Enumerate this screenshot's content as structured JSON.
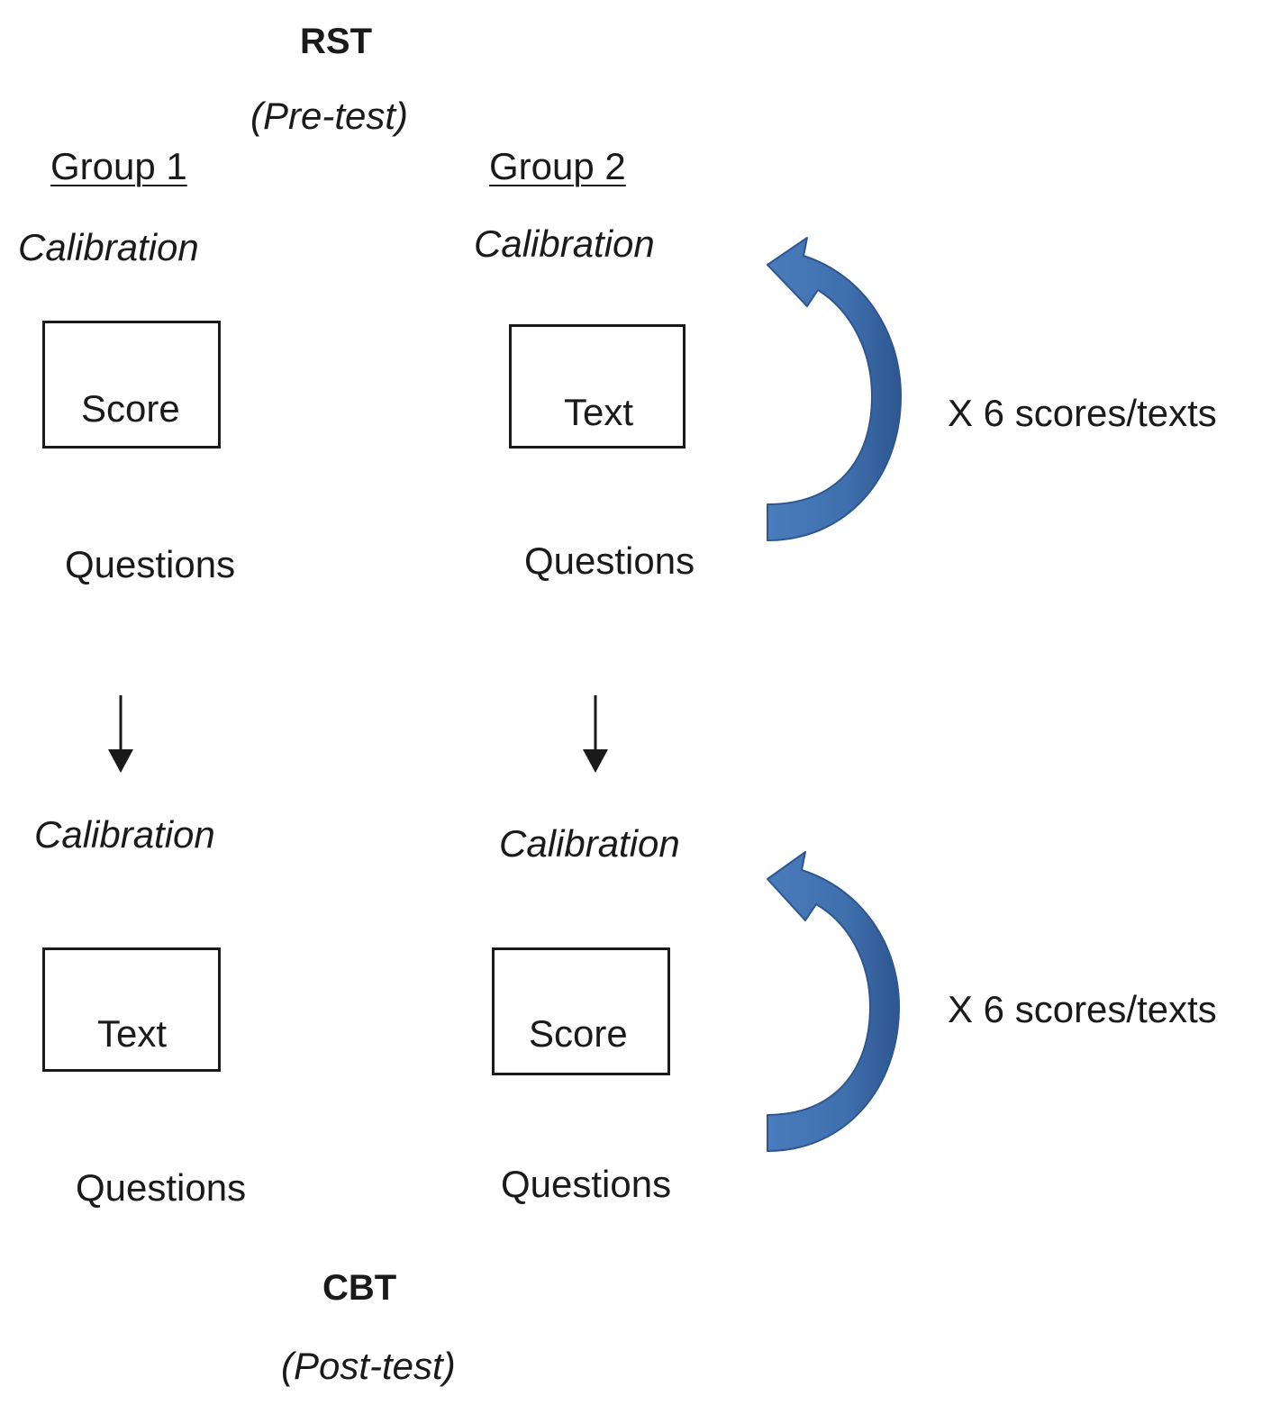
{
  "top": {
    "title": "RST",
    "subtitle": "(Pre-test)"
  },
  "groups": [
    {
      "heading": "Group 1",
      "phase1": {
        "calibration": "Calibration",
        "box": "Score",
        "questions": "Questions"
      },
      "phase2": {
        "calibration": "Calibration",
        "box": "Text",
        "questions": "Questions"
      }
    },
    {
      "heading": "Group 2",
      "phase1": {
        "calibration": "Calibration",
        "box": "Text",
        "questions": "Questions"
      },
      "phase2": {
        "calibration": "Calibration",
        "box": "Score",
        "questions": "Questions"
      }
    }
  ],
  "repeat_labels": [
    "X 6 scores/texts",
    "X 6 scores/texts"
  ],
  "bottom": {
    "title": "CBT",
    "subtitle": "(Post-test)"
  },
  "colors": {
    "loop_arrow": "#3f6fad",
    "loop_arrow_dark": "#2e5690",
    "ink": "#1a1a1a"
  },
  "icons": {
    "loop": "curved-loop-arrow-icon",
    "down": "down-arrow-icon"
  }
}
